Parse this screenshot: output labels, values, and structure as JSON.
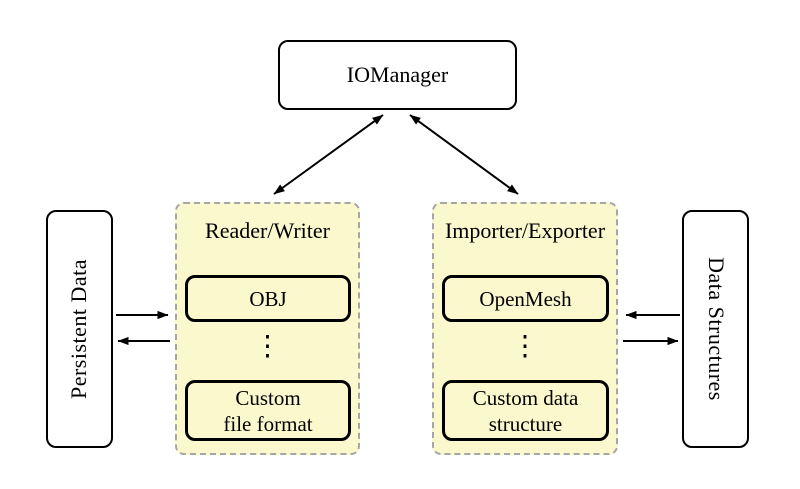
{
  "colors": {
    "background": "#ffffff",
    "panel_fill": "#fbf8ce",
    "panel_dashed_border": "#a6a6a6",
    "line_and_text": "#000000"
  },
  "nodes": {
    "iomanager": "IOManager",
    "persistent_data": "Persistent Data",
    "data_structures": "Data Structures"
  },
  "panels": {
    "reader_writer": {
      "title": "Reader/Writer",
      "top_item": "OBJ",
      "ellipsis": "⋮",
      "bottom_item_line1": "Custom",
      "bottom_item_line2": "file format"
    },
    "importer_exporter": {
      "title": "Importer/Exporter",
      "top_item": "OpenMesh",
      "ellipsis": "⋮",
      "bottom_item_line1": "Custom data",
      "bottom_item_line2": "structure"
    }
  }
}
